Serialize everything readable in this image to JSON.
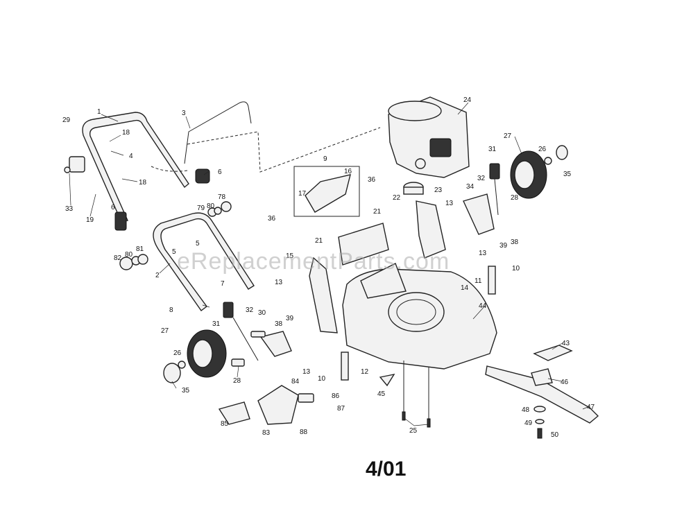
{
  "watermark": "eReplacementParts.com",
  "date_code": "4/01",
  "callouts": [
    "1",
    "2",
    "3",
    "4",
    "5",
    "5",
    "6",
    "6",
    "7",
    "8",
    "9",
    "10",
    "10",
    "11",
    "12",
    "13",
    "13",
    "13",
    "13",
    "14",
    "15",
    "16",
    "17",
    "18",
    "18",
    "19",
    "21",
    "21",
    "22",
    "23",
    "24",
    "25",
    "26",
    "26",
    "27",
    "27",
    "28",
    "28",
    "29",
    "30",
    "31",
    "31",
    "32",
    "32",
    "33",
    "34",
    "35",
    "35",
    "36",
    "36",
    "38",
    "38",
    "39",
    "39",
    "43",
    "44",
    "45",
    "46",
    "47",
    "48",
    "49",
    "50",
    "78",
    "79",
    "80",
    "80",
    "81",
    "82",
    "83",
    "84",
    "85",
    "86",
    "87",
    "88"
  ]
}
